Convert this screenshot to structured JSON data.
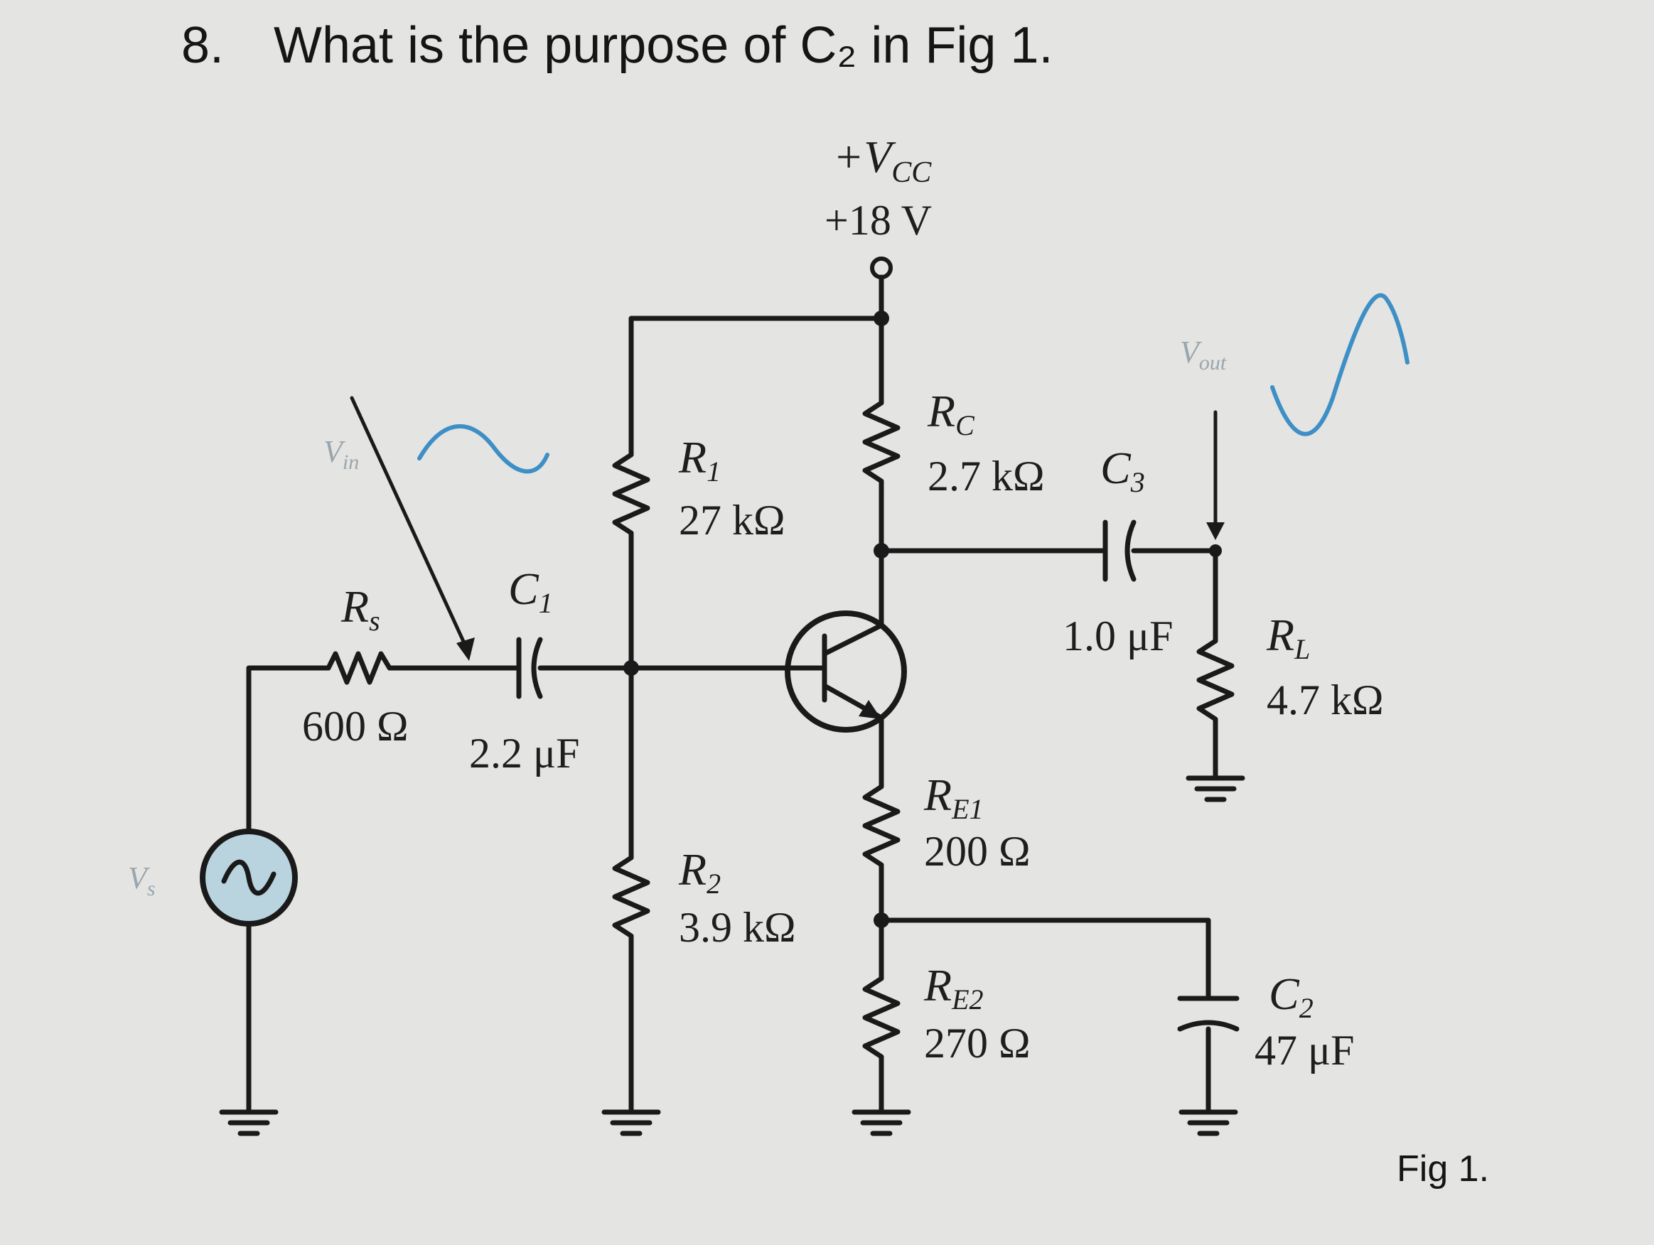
{
  "question": {
    "number": "8.",
    "text": "What is the purpose of C₂ in Fig 1."
  },
  "figure_label": "Fig 1.",
  "supply": {
    "name": "+V",
    "name_sub": "CC",
    "value": "+18 V"
  },
  "components": {
    "rs": {
      "name": "R",
      "sub": "s",
      "value": "600 Ω"
    },
    "c1": {
      "name": "C",
      "sub": "1",
      "value": "2.2 μF"
    },
    "r1": {
      "name": "R",
      "sub": "1",
      "value": "27 kΩ"
    },
    "r2": {
      "name": "R",
      "sub": "2",
      "value": "3.9 kΩ"
    },
    "rc": {
      "name": "R",
      "sub": "C",
      "value": "2.7 kΩ"
    },
    "c3": {
      "name": "C",
      "sub": "3",
      "value": "1.0 μF"
    },
    "rl": {
      "name": "R",
      "sub": "L",
      "value": "4.7 kΩ"
    },
    "re1": {
      "name": "R",
      "sub": "E1",
      "value": "200 Ω"
    },
    "re2": {
      "name": "R",
      "sub": "E2",
      "value": "270 Ω"
    },
    "c2": {
      "name": "C",
      "sub": "2",
      "value": "47 μF"
    }
  },
  "signals": {
    "vs": {
      "name": "V",
      "sub": "s"
    },
    "vin": {
      "name": "V",
      "sub": "in"
    },
    "vout": {
      "name": "V",
      "sub": "out"
    }
  },
  "colors": {
    "signal_wave": "#3d8fc6",
    "source_fill": "#b9d4df",
    "wire": "#1a1a1a"
  }
}
